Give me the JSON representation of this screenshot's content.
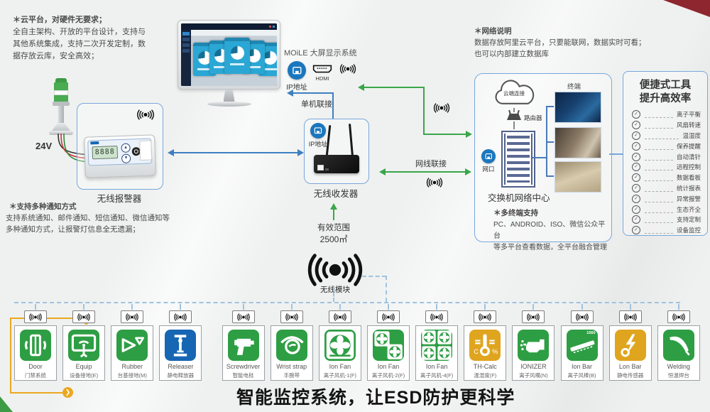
{
  "colors": {
    "green": "#2e9e44",
    "blue": "#1766b3",
    "gold": "#dfa51f"
  },
  "notes": {
    "cloud": {
      "title": "＊云平台，对硬件无要求；",
      "lines": [
        "全自主架构、开放的平台设计，支持与",
        "其他系统集成，支持二次开发定制，数",
        "据存放云库，安全高效；"
      ]
    },
    "notify": {
      "title": "＊支持多种通知方式",
      "lines": [
        "支持系统通知、邮件通知、短信通知、微信通知等",
        "多种通知方式，让报警灯信息全无遗漏；"
      ]
    },
    "network": {
      "title": "＊网络说明",
      "lines": [
        "数据存放阿里云平台，只要能联网，数据实时可看；",
        "也可以内部建立数据库"
      ]
    }
  },
  "display": {
    "label": "MOiLE 大屏显示系统",
    "ip": "IP地址",
    "hdmi": "HDMI"
  },
  "alarm": {
    "label": "无线报警器",
    "voltage": "24V",
    "lcd": "8888"
  },
  "router": {
    "label": "无线收发器",
    "ip": "IP地址",
    "range_title": "有效范围",
    "range_value": "2500㎡"
  },
  "links": {
    "standalone": "单机联接",
    "wired": "网线联接"
  },
  "module": {
    "label": "无线模块"
  },
  "center": {
    "cloud_link": "云端连接",
    "router": "路由器",
    "port": "网口",
    "terminal": "终端",
    "label": "交换机网络中心",
    "multi_title": "＊多终端支持",
    "multi_lines": [
      "PC、ANDROID、ISO、微信公众平台",
      "等多平台查看数据，全平台融合管理"
    ]
  },
  "toolkit": {
    "title1": "便捷式工具",
    "title2": "提升高效率",
    "items": [
      "离子平衡",
      "风扇转速",
      "温湿度",
      "保养提醒",
      "自动清针",
      "远程控制",
      "数据看板",
      "统计报表",
      "异常报警",
      "生态齐全",
      "支持定制",
      "设备监控"
    ]
  },
  "devices": [
    {
      "name": "Door",
      "label": "门禁系统",
      "icon": "door-icon",
      "color": "green"
    },
    {
      "name": "Equip",
      "label": "设备接地(E)",
      "icon": "equip-icon",
      "color": "green"
    },
    {
      "name": "Rubber",
      "label": "台基接地(M)",
      "icon": "rubber-icon",
      "color": "green"
    },
    {
      "name": "Releaser",
      "label": "静电释放器",
      "icon": "releaser-icon",
      "color": "blue"
    },
    {
      "name": "Screwdriver",
      "label": "智能电批",
      "icon": "screwdriver-icon",
      "color": "green"
    },
    {
      "name": "Wrist strap",
      "label": "手腕带",
      "icon": "wrist-strap-icon",
      "color": "green"
    },
    {
      "name": "Ion Fan",
      "label": "离子风机-1(F)",
      "icon": "fan-1-icon",
      "color": "green"
    },
    {
      "name": "Ion Fan",
      "label": "离子风机-2(F)",
      "icon": "fan-2-icon",
      "color": "green"
    },
    {
      "name": "Ion Fan",
      "label": "离子风机-4(F)",
      "icon": "fan-4-icon",
      "color": "green"
    },
    {
      "name": "TH-Calc",
      "label": "温湿度(F)",
      "icon": "th-icon",
      "color": "gold"
    },
    {
      "name": "IONIZER",
      "label": "离子风嘴(N)",
      "icon": "ionizer-icon",
      "color": "green"
    },
    {
      "name": "Ion Bar",
      "label": "离子风棒(B)",
      "icon": "ion-bar-icon",
      "color": "green",
      "icon_text": "1560"
    },
    {
      "name": "Lon Bar",
      "label": "静电传感器",
      "icon": "lon-bar-icon",
      "color": "gold"
    },
    {
      "name": "Welding",
      "label": "恒温焊台",
      "icon": "welding-icon",
      "color": "green"
    }
  ],
  "slogan": "智能监控系统，让ESD防护更科学"
}
